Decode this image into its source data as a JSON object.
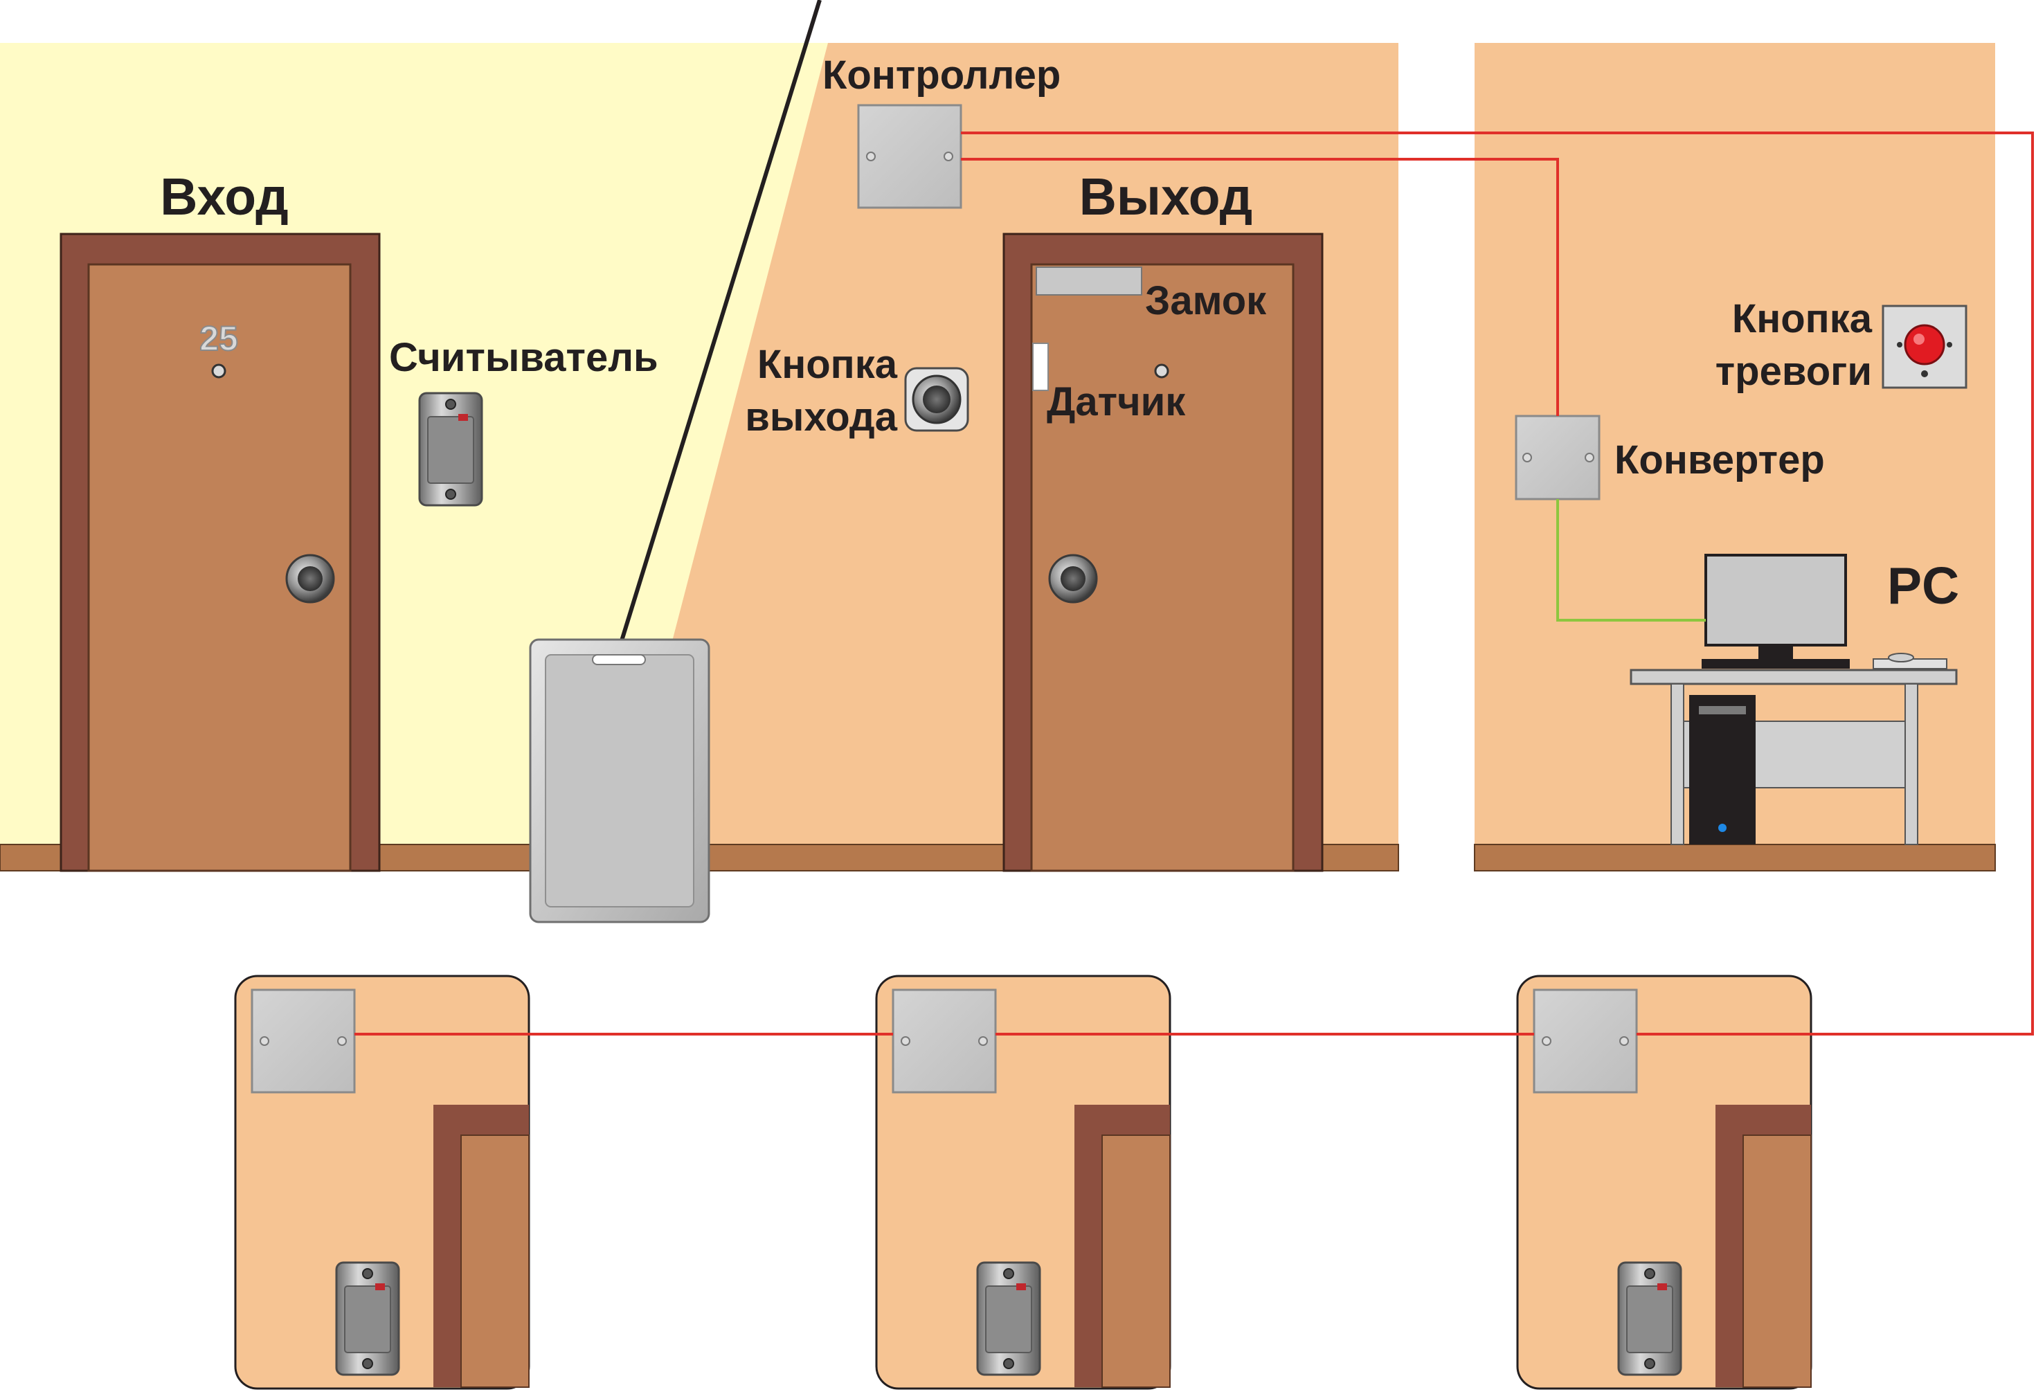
{
  "labels": {
    "entrance": "Вход",
    "exit": "Выход",
    "controller": "Контроллер",
    "reader": "Считыватель",
    "exit_button_line1": "Кнопка",
    "exit_button_line2": "выхода",
    "lock": "Замок",
    "sensor": "Датчик",
    "alarm_button_line1": "Кнопка",
    "alarm_button_line2": "тревоги",
    "converter": "Конвертер",
    "pc": "PC",
    "door_number": "25"
  },
  "colors": {
    "corridor": "#fffbc6",
    "room": "#f6c493",
    "door_frame": "#8c4f3f",
    "door_leaf": "#c08258",
    "floor_strip": "#b5794d",
    "device_gray": "#c8c8c8",
    "wire_red": "#e0302a",
    "wire_green": "#8dc63f",
    "alarm_red": "#e11b22"
  },
  "icons": {
    "controller": "junction-box-icon",
    "reader": "card-reader-icon",
    "exit_button": "push-button-icon",
    "alarm_button": "alarm-button-icon",
    "card": "rfid-card-icon",
    "pc": "desktop-computer-icon"
  }
}
